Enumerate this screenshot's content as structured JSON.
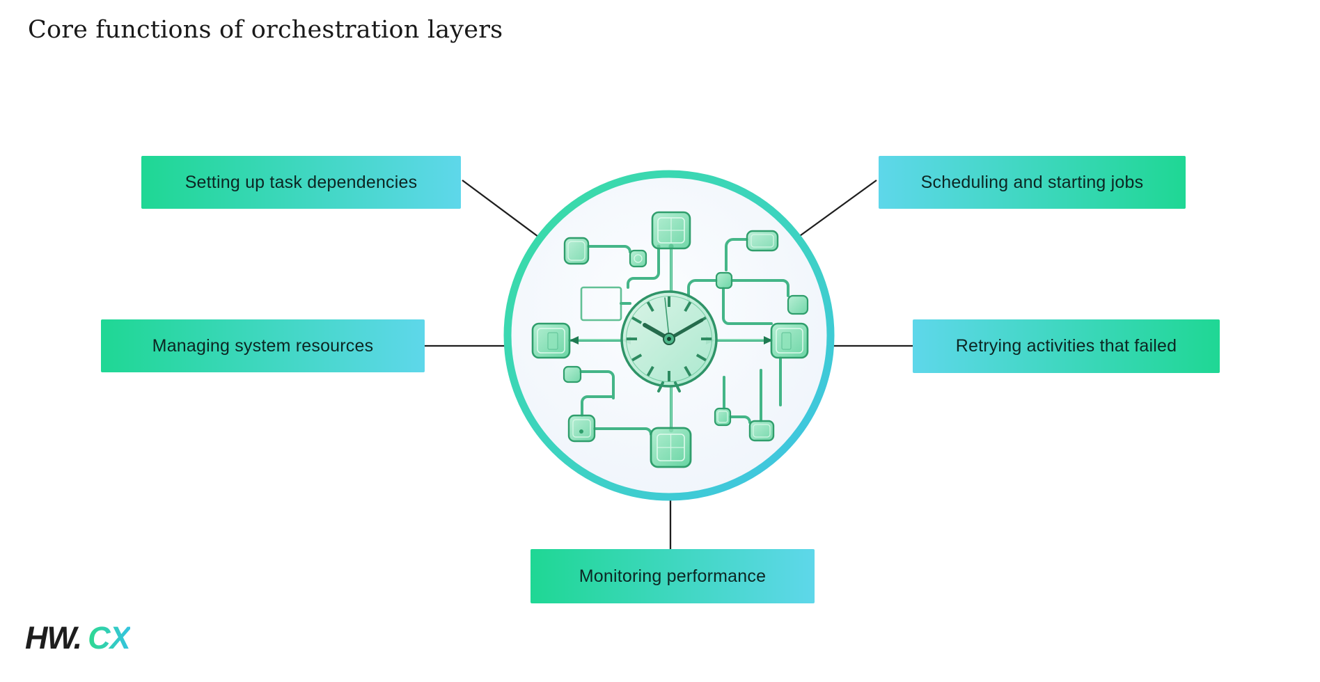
{
  "title": "Core functions of orchestration layers",
  "labels": [
    {
      "id": "setting-up-task-dependencies",
      "text": "Setting up task dependencies",
      "position": "top-left"
    },
    {
      "id": "scheduling-and-starting-jobs",
      "text": "Scheduling and starting jobs",
      "position": "top-right"
    },
    {
      "id": "managing-system-resources",
      "text": "Managing system resources",
      "position": "middle-left"
    },
    {
      "id": "retrying-activities-that-failed",
      "text": "Retrying activities that failed",
      "position": "middle-right"
    },
    {
      "id": "monitoring-performance",
      "text": "Monitoring performance",
      "position": "bottom"
    }
  ],
  "center_illustration": {
    "icon": "clock-circuit-icon",
    "clock_time": "10:08"
  },
  "logo": {
    "prefix": "HW.",
    "suffix": "CX"
  },
  "colors": {
    "background": "#ffffff",
    "title_text": "#191919",
    "box_gradient_green": "#1fd794",
    "box_gradient_cyan": "#5ed7ea",
    "box_text": "#0c2623",
    "connector_line": "#1e1e1e",
    "ring_gradient_green": "#38dca3",
    "ring_gradient_cyan": "#40c2e9",
    "illustration_green": "#35b07e",
    "logo_black": "#1d1d1d",
    "logo_gradient_start": "#2ed98f",
    "logo_gradient_end": "#35c3e0"
  }
}
